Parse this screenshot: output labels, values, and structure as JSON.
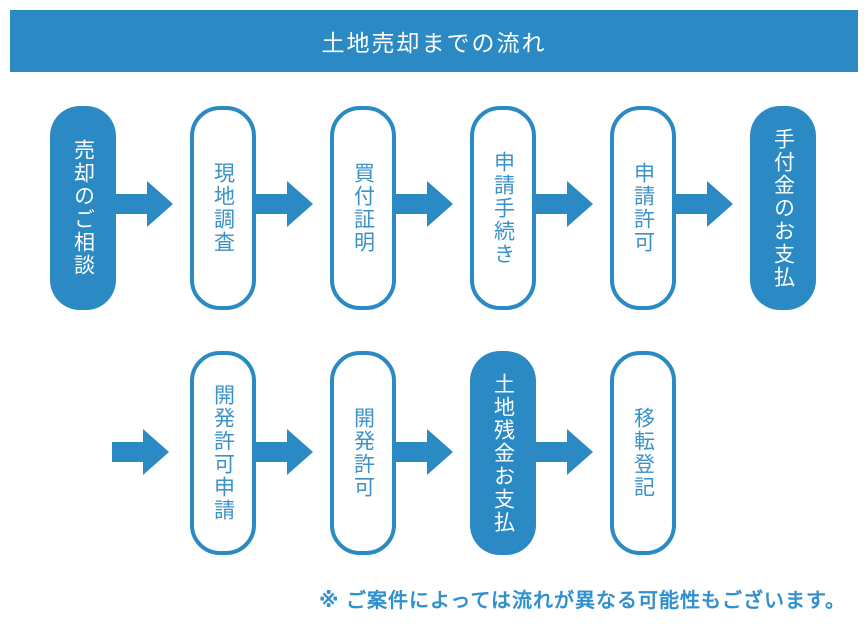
{
  "title": "土地売却までの流れ",
  "colors": {
    "primary": "#2b8ac4",
    "box_text": "#3b92c8",
    "footnote_color": "#3190ce",
    "title_text": "#ffffff"
  },
  "flow": {
    "rows": [
      {
        "steps": [
          {
            "label": "売却のご相談",
            "style": "filled"
          },
          {
            "label": "現地調査",
            "style": "outlined"
          },
          {
            "label": "買付証明",
            "style": "outlined"
          },
          {
            "label": "申請手続き",
            "style": "outlined"
          },
          {
            "label": "申請許可",
            "style": "outlined"
          },
          {
            "label": "手付金のお支払",
            "style": "filled"
          }
        ]
      },
      {
        "steps": [
          {
            "label": "開発許可申請",
            "style": "outlined"
          },
          {
            "label": "開発許可",
            "style": "outlined"
          },
          {
            "label": "土地残金お支払",
            "style": "filled"
          },
          {
            "label": "移転登記",
            "style": "outlined"
          }
        ]
      }
    ]
  },
  "footnote": "※ ご案件によっては流れが異なる可能性もございます。"
}
